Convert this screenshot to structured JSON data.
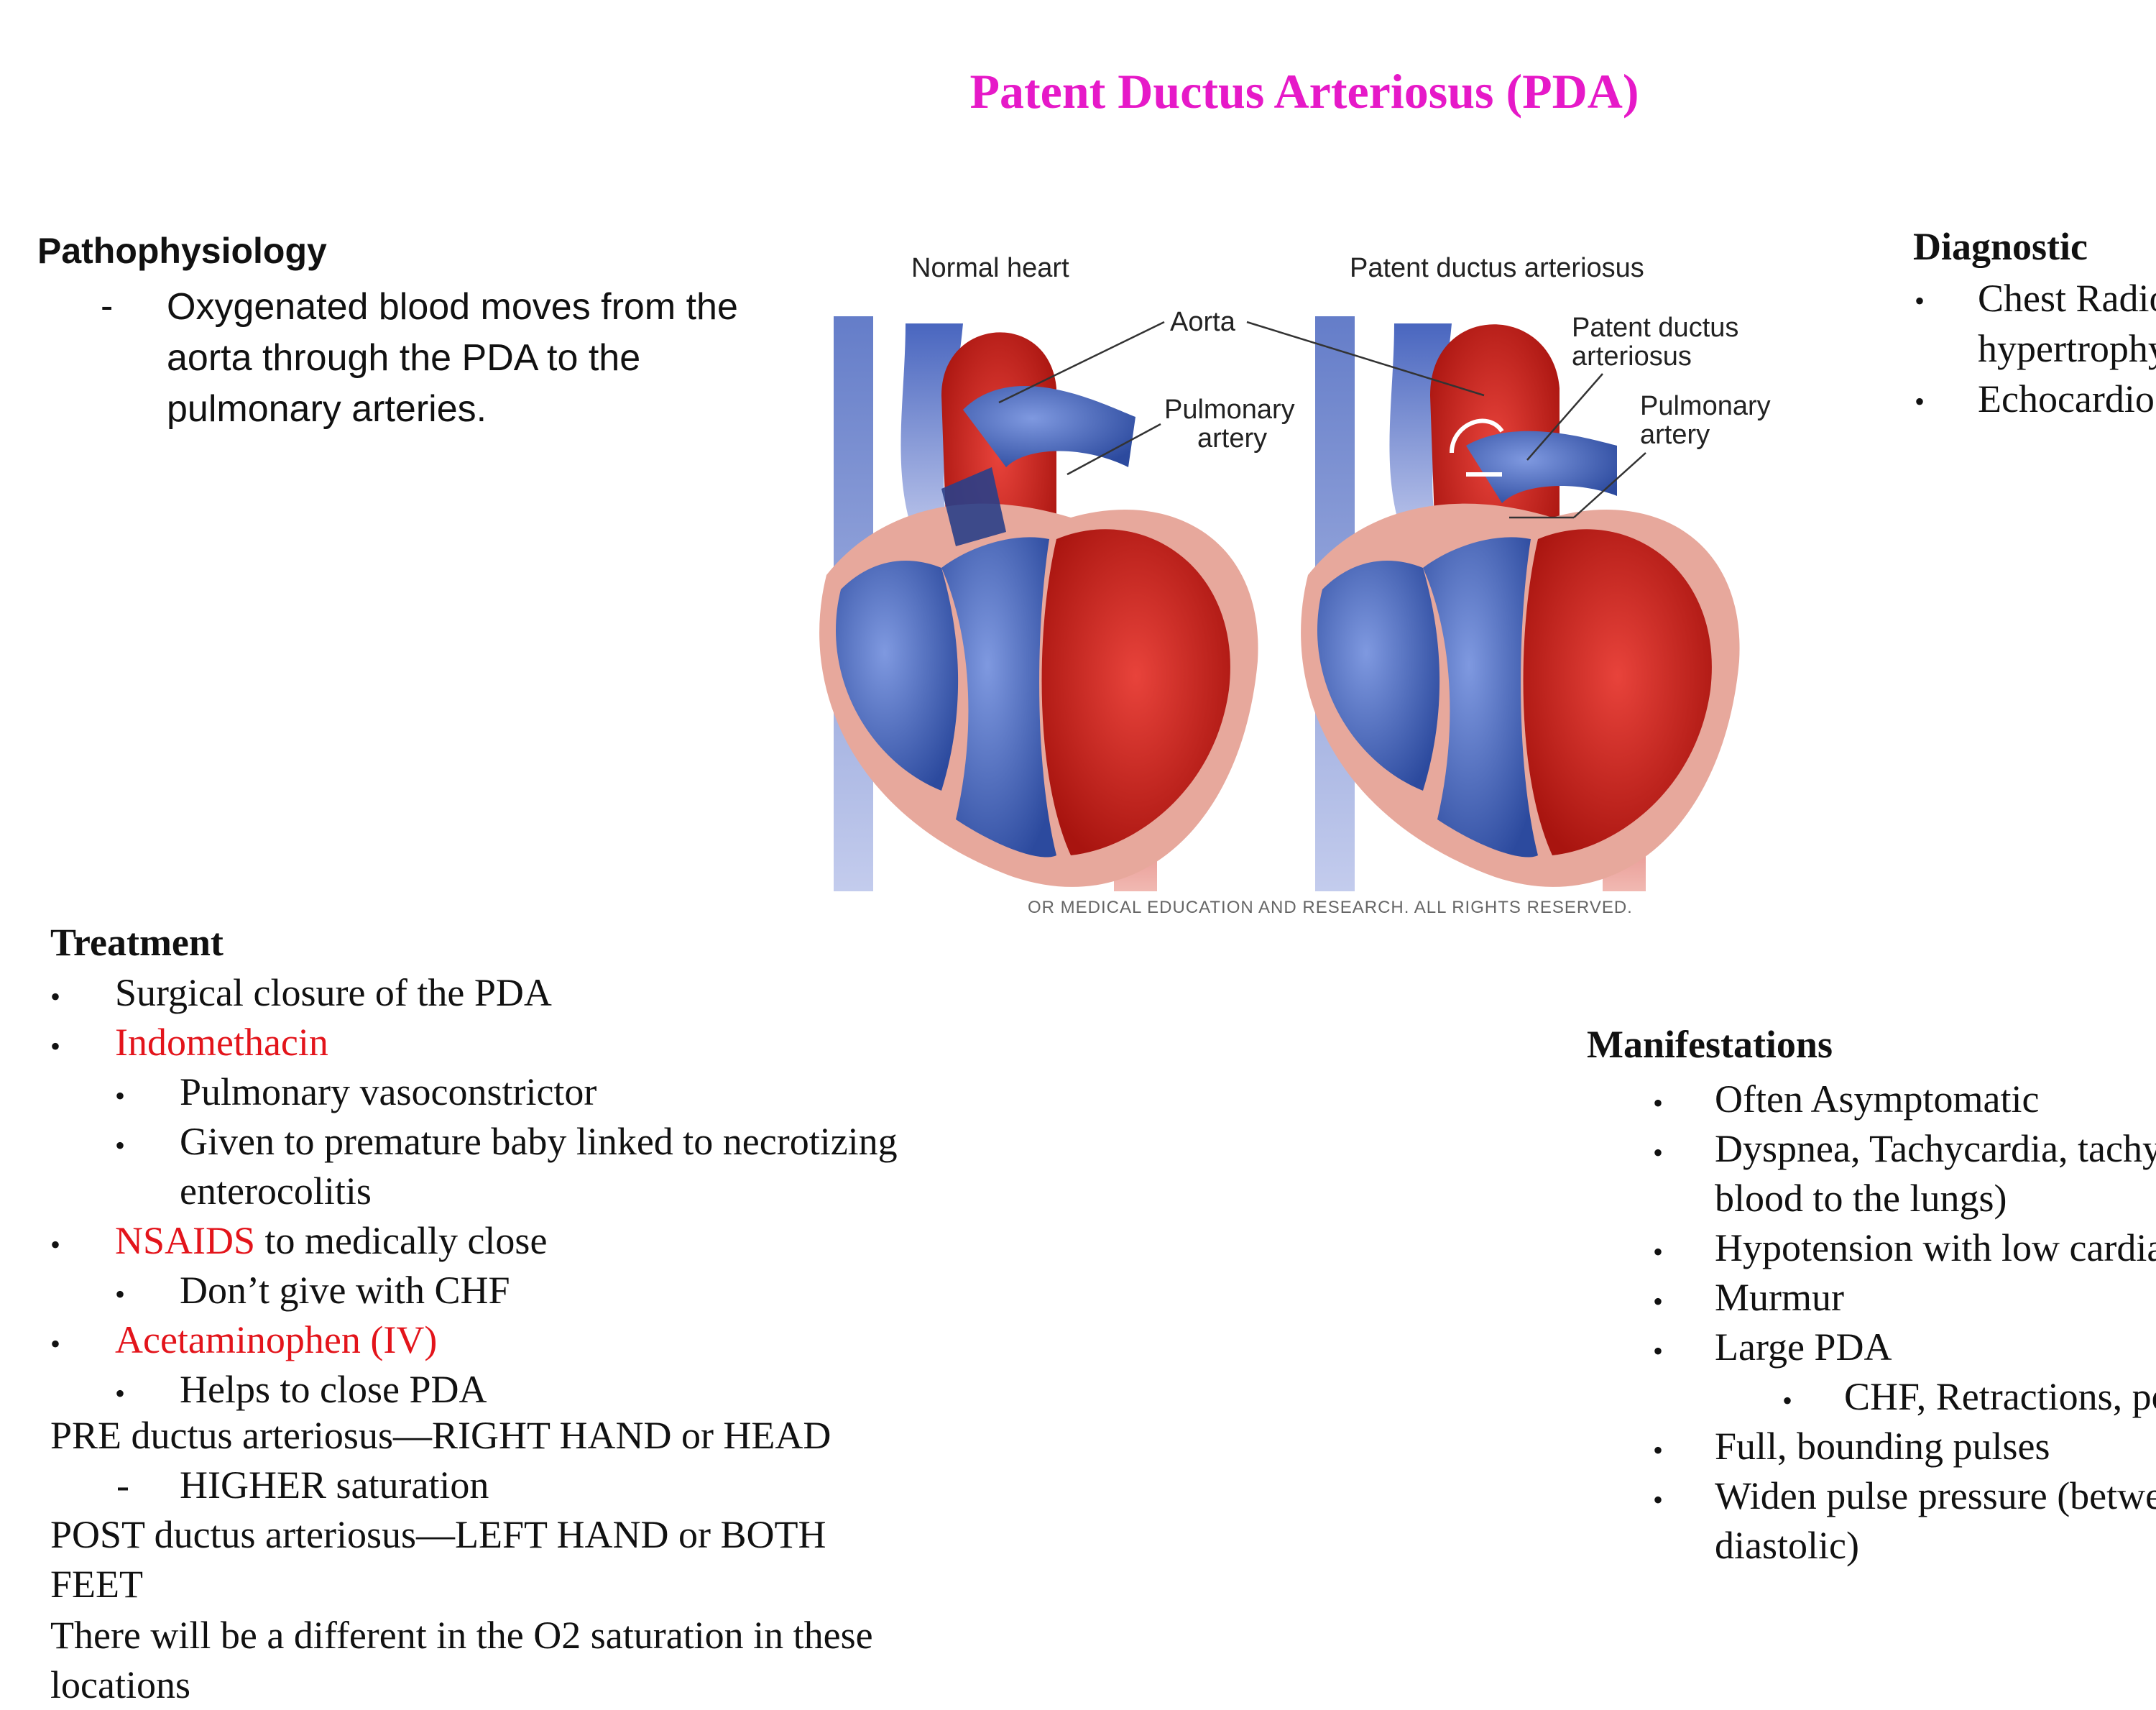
{
  "title": "Patent Ductus Arteriosus (PDA)",
  "pathophysiology": {
    "heading": "Pathophysiology",
    "bullet": "-",
    "lines": [
      "Oxygenated blood moves from the",
      "aorta through the PDA to the",
      "pulmonary arteries."
    ]
  },
  "diagnostic": {
    "heading": "Diagnostic",
    "items": [
      {
        "lines": [
          "Chest Radiograph reveals cardiomegaly and left ventricular",
          "hypertrophy"
        ]
      },
      {
        "lines": [
          "Echocardiogram"
        ]
      }
    ]
  },
  "figure": {
    "label_normal": "Normal heart",
    "label_pda": "Patent ductus arteriosus",
    "aorta": "Aorta",
    "pulmonary_1": "Pulmonary",
    "pulmonary_2": "artery",
    "pda_1": "Patent ductus",
    "pda_2": "arteriosus",
    "pulmonary_b1": "Pulmonary",
    "pulmonary_b2": "artery",
    "credit": "OR MEDICAL EDUCATION AND RESEARCH. ALL RIGHTS RESERVED.",
    "colors": {
      "red": "#c9201f",
      "blue": "#3d5fb6",
      "pink": "#e7a89c"
    }
  },
  "treatment": {
    "heading": "Treatment",
    "items": [
      "Surgical closure of the PDA",
      "Indomethacin",
      "Pulmonary vasoconstrictor",
      "Given to premature baby linked to necrotizing",
      "enterocolitis",
      "NSAIDS",
      " to medically close",
      "Don’t give with CHF",
      "Acetaminophen (IV)",
      "Helps to close PDA"
    ],
    "pre_line": "PRE ductus arteriosus—RIGHT HAND or HEAD",
    "pre_sub": "HIGHER saturation",
    "pre_dash": "-",
    "post_line_1": "POST ductus arteriosus—LEFT HAND or BOTH",
    "post_line_2": "FEET",
    "diff_line_1": "There will be a different in the O2 saturation in these",
    "diff_line_2": "locations",
    "red_color": "#e3141b"
  },
  "manifestations": {
    "heading": "Manifestations",
    "items": [
      "Often Asymptomatic",
      "Dyspnea, Tachycardia, tachypnea (increased",
      "blood to the lungs)",
      "Hypotension with low cardiac output",
      "Murmur",
      "Large PDA",
      "CHF, Retractions, poor feeding",
      "Full, bounding pulses",
      "Widen pulse pressure (between systolic and",
      "diastolic)"
    ]
  },
  "bullet_char": "•",
  "title_color": "#e619c8"
}
